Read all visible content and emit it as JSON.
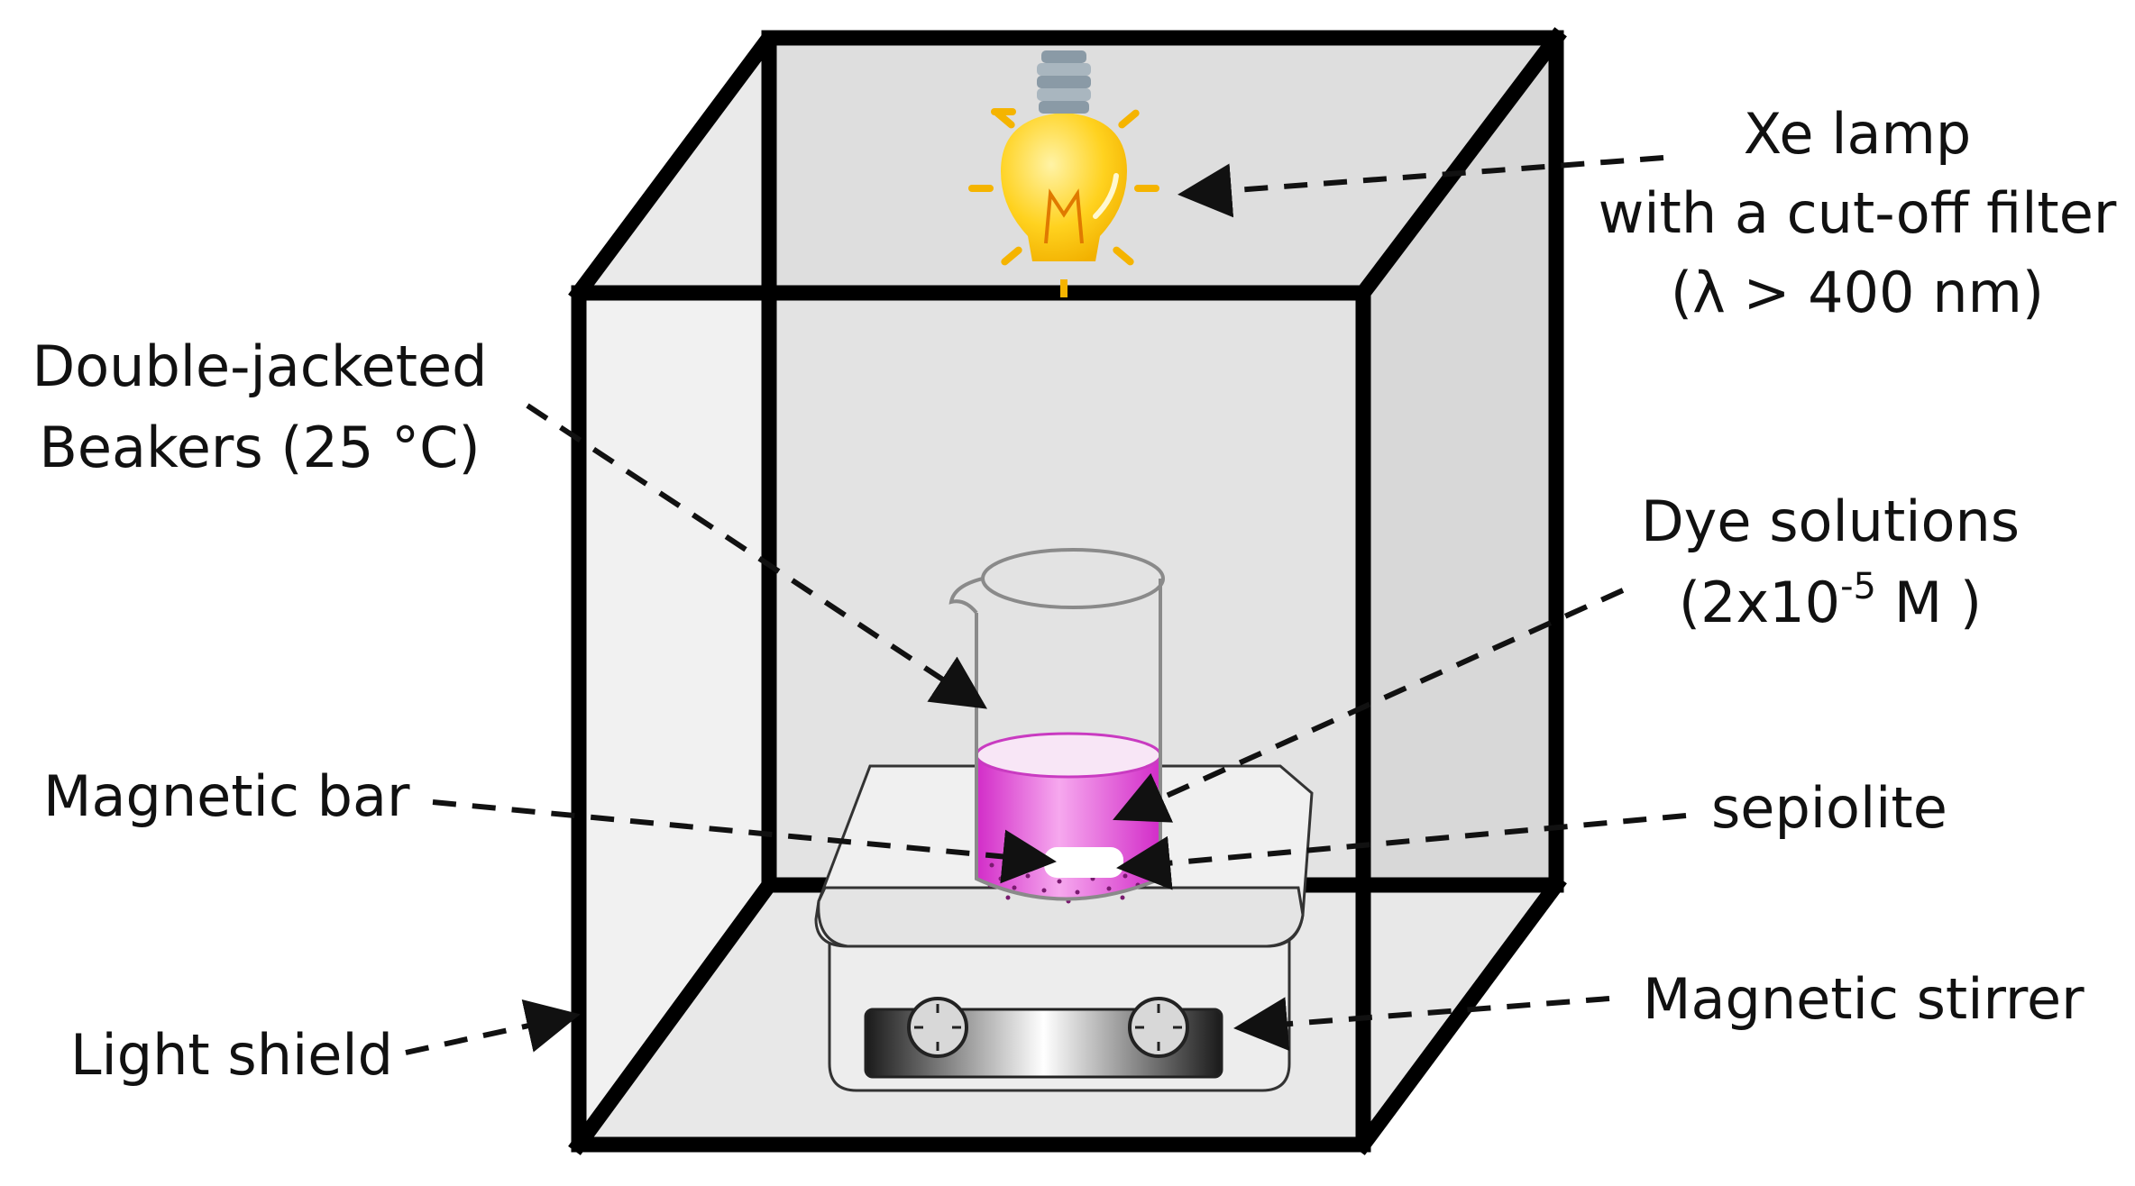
{
  "labels": {
    "xe_lamp": [
      "Xe lamp",
      "with a cut-off filter",
      "(λ > 400 nm)"
    ],
    "beakers": [
      "Double-jacketed",
      "Beakers (25 °C)"
    ],
    "dye": {
      "line1": "Dye solutions",
      "line2_prefix": "(2x10",
      "line2_sup": "-5",
      "line2_suffix": " M )"
    },
    "magnetic_bar": "Magnetic bar",
    "sepiolite": "sepiolite",
    "magnetic_stirrer": "Magnetic stirrer",
    "light_shield": "Light shield"
  },
  "colors": {
    "box_back": "#d6d6d6",
    "box_front": "#e6e6e6",
    "edges": "#000000",
    "dye": "#e040d8",
    "bulb": "#ffd21f",
    "bulb_rays": "#f5b400",
    "bulb_base": "#8a9aa6"
  }
}
